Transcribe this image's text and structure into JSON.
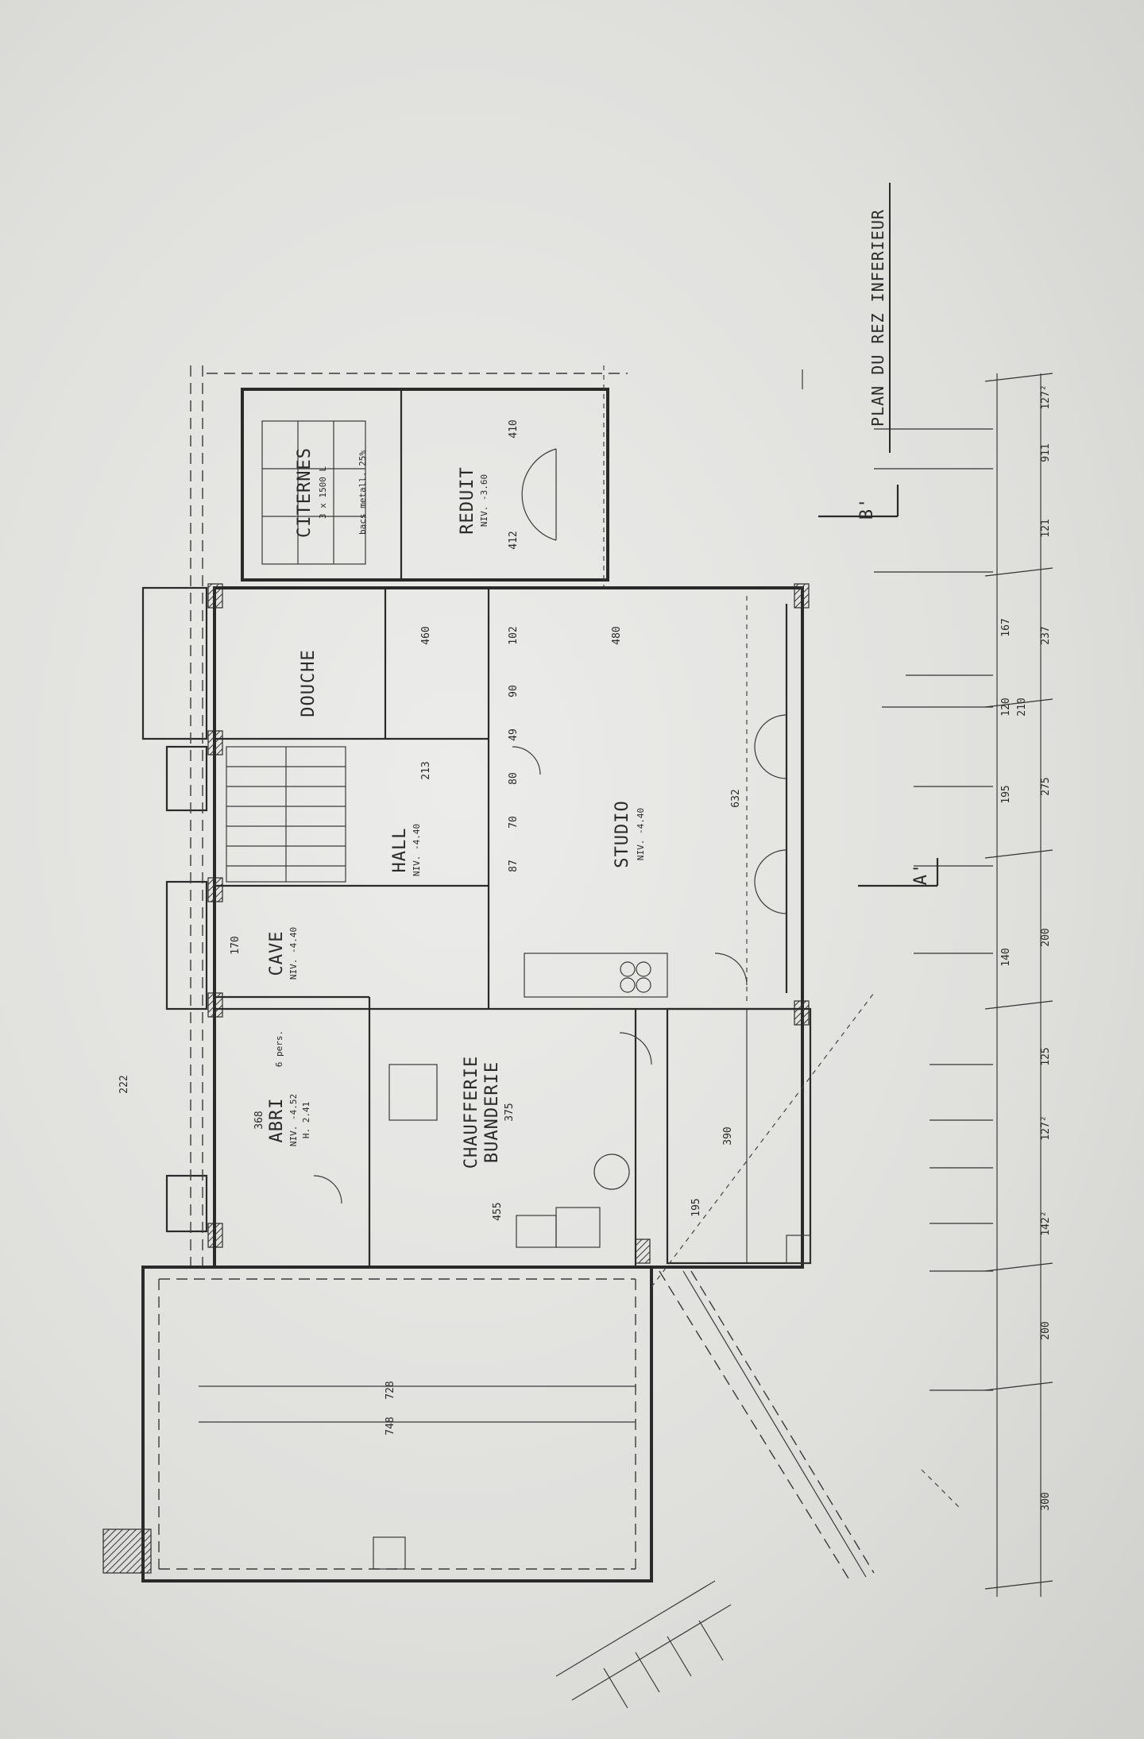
{
  "title": "PLAN DU REZ INFERIEUR",
  "rooms": {
    "citernes": {
      "name": "CITERNES",
      "note": "3 x 1500 L",
      "note2": "bacs metall. 25%"
    },
    "reduit": {
      "name": "REDUIT",
      "level": "NIV. -3.60"
    },
    "douche": {
      "name": "DOUCHE"
    },
    "hall": {
      "name": "HALL",
      "level": "NIV. -4.40"
    },
    "studio": {
      "name": "STUDIO",
      "level": "NIV. -4.40"
    },
    "cave": {
      "name": "CAVE",
      "level": "NIV. -4.40"
    },
    "abri": {
      "name": "ABRI",
      "level": "NIV. -4.52",
      "note": "H. 2.41",
      "cap": "6 pers."
    },
    "chaufferie": {
      "name": "CHAUFFERIE"
    },
    "buanderie": {
      "name": "BUANDERIE"
    }
  },
  "section_marks": {
    "a": "A'",
    "b": "B'"
  },
  "dims": {
    "studio_length": "632",
    "studio_width": "480",
    "upper_width": "460",
    "abri_len": "368",
    "terrace_a": "728",
    "terrace_b": "748",
    "right_390": "390",
    "right_195": "195",
    "chauff_375": "375",
    "chauff_455": "455",
    "d_200a": "200",
    "d_200b": "200",
    "d_300": "300",
    "d_275": "275",
    "d_237": "237",
    "d_167": "167",
    "d_195": "195",
    "d_140": "140",
    "d_121": "121",
    "d_911": "911",
    "d_1272": "127²",
    "d_1422": "142²",
    "d_1272b": "127²",
    "d_125": "125",
    "d_120": "120",
    "d_210": "210",
    "d_80": "80",
    "d_70": "70",
    "d_87": "87",
    "d_90": "90",
    "d_102": "102",
    "d_49": "49",
    "d_412": "412",
    "d_410": "410",
    "d_222": "222",
    "d_213": "213",
    "d_170": "170"
  }
}
